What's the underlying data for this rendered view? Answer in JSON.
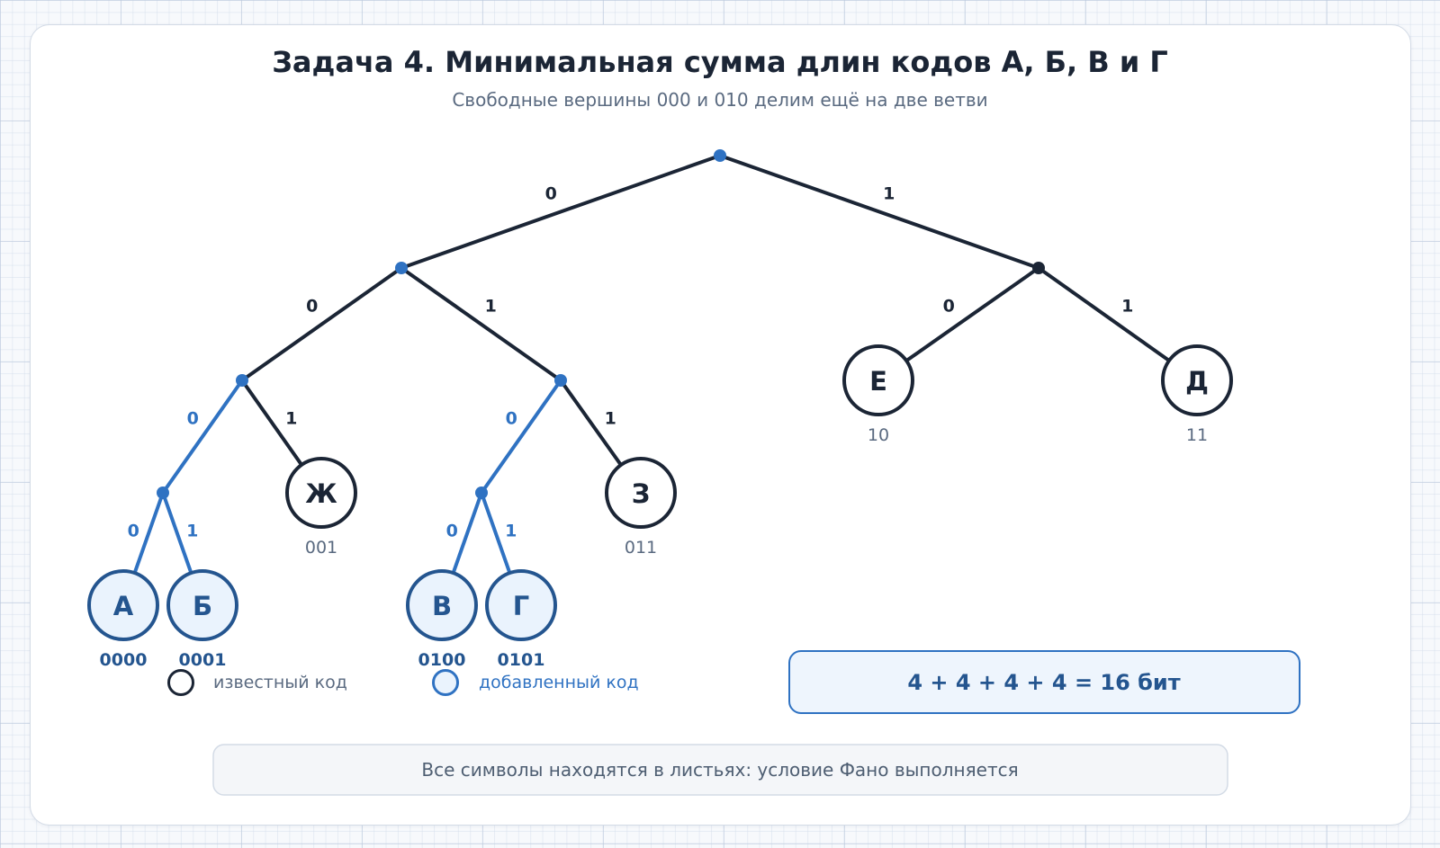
{
  "title": "Задача 4. Минимальная сумма длин кодов А, Б, В и Г",
  "subtitle": "Свободные вершины 000 и 010 делим ещё на две ветви",
  "colors": {
    "dark": "#1b2535",
    "blue": "#2f72c2",
    "blue_text": "#24558f",
    "blue_fill": "#eaf3fd",
    "muted": "#5a6a80"
  },
  "tree": {
    "edges": [
      {
        "from": "root",
        "to": "n0",
        "label": "0",
        "added": false
      },
      {
        "from": "root",
        "to": "n1",
        "label": "1",
        "added": false
      },
      {
        "from": "n0",
        "to": "n00",
        "label": "0",
        "added": false
      },
      {
        "from": "n0",
        "to": "n01",
        "label": "1",
        "added": false
      },
      {
        "from": "n1",
        "to": "E",
        "label": "0",
        "added": false
      },
      {
        "from": "n1",
        "to": "D",
        "label": "1",
        "added": false
      },
      {
        "from": "n00",
        "to": "n000",
        "label": "0",
        "added": true
      },
      {
        "from": "n00",
        "to": "Zh",
        "label": "1",
        "added": false
      },
      {
        "from": "n01",
        "to": "n010",
        "label": "0",
        "added": true
      },
      {
        "from": "n01",
        "to": "Z",
        "label": "1",
        "added": false
      },
      {
        "from": "n000",
        "to": "A",
        "label": "0",
        "added": true
      },
      {
        "from": "n000",
        "to": "B",
        "label": "1",
        "added": true
      },
      {
        "from": "n010",
        "to": "V",
        "label": "0",
        "added": true
      },
      {
        "from": "n010",
        "to": "G",
        "label": "1",
        "added": true
      }
    ],
    "internal_nodes": [
      {
        "id": "root",
        "color": "blue"
      },
      {
        "id": "n0",
        "color": "blue"
      },
      {
        "id": "n1",
        "color": "dark"
      },
      {
        "id": "n00",
        "color": "blue"
      },
      {
        "id": "n01",
        "color": "blue"
      },
      {
        "id": "n000",
        "color": "blue"
      },
      {
        "id": "n010",
        "color": "blue"
      }
    ],
    "leaves": [
      {
        "id": "E",
        "letter": "Е",
        "code": "10",
        "added": false
      },
      {
        "id": "D",
        "letter": "Д",
        "code": "11",
        "added": false
      },
      {
        "id": "Zh",
        "letter": "Ж",
        "code": "001",
        "added": false
      },
      {
        "id": "Z",
        "letter": "З",
        "code": "011",
        "added": false
      },
      {
        "id": "A",
        "letter": "А",
        "code": "0000",
        "added": true
      },
      {
        "id": "B",
        "letter": "Б",
        "code": "0001",
        "added": true
      },
      {
        "id": "V",
        "letter": "В",
        "code": "0100",
        "added": true
      },
      {
        "id": "G",
        "letter": "Г",
        "code": "0101",
        "added": true
      }
    ]
  },
  "legend": {
    "known": "известный код",
    "added": "добавленный код"
  },
  "sum_box": "4 + 4 + 4 + 4 = 16 бит",
  "note": "Все символы находятся в листьях: условие Фано выполняется"
}
